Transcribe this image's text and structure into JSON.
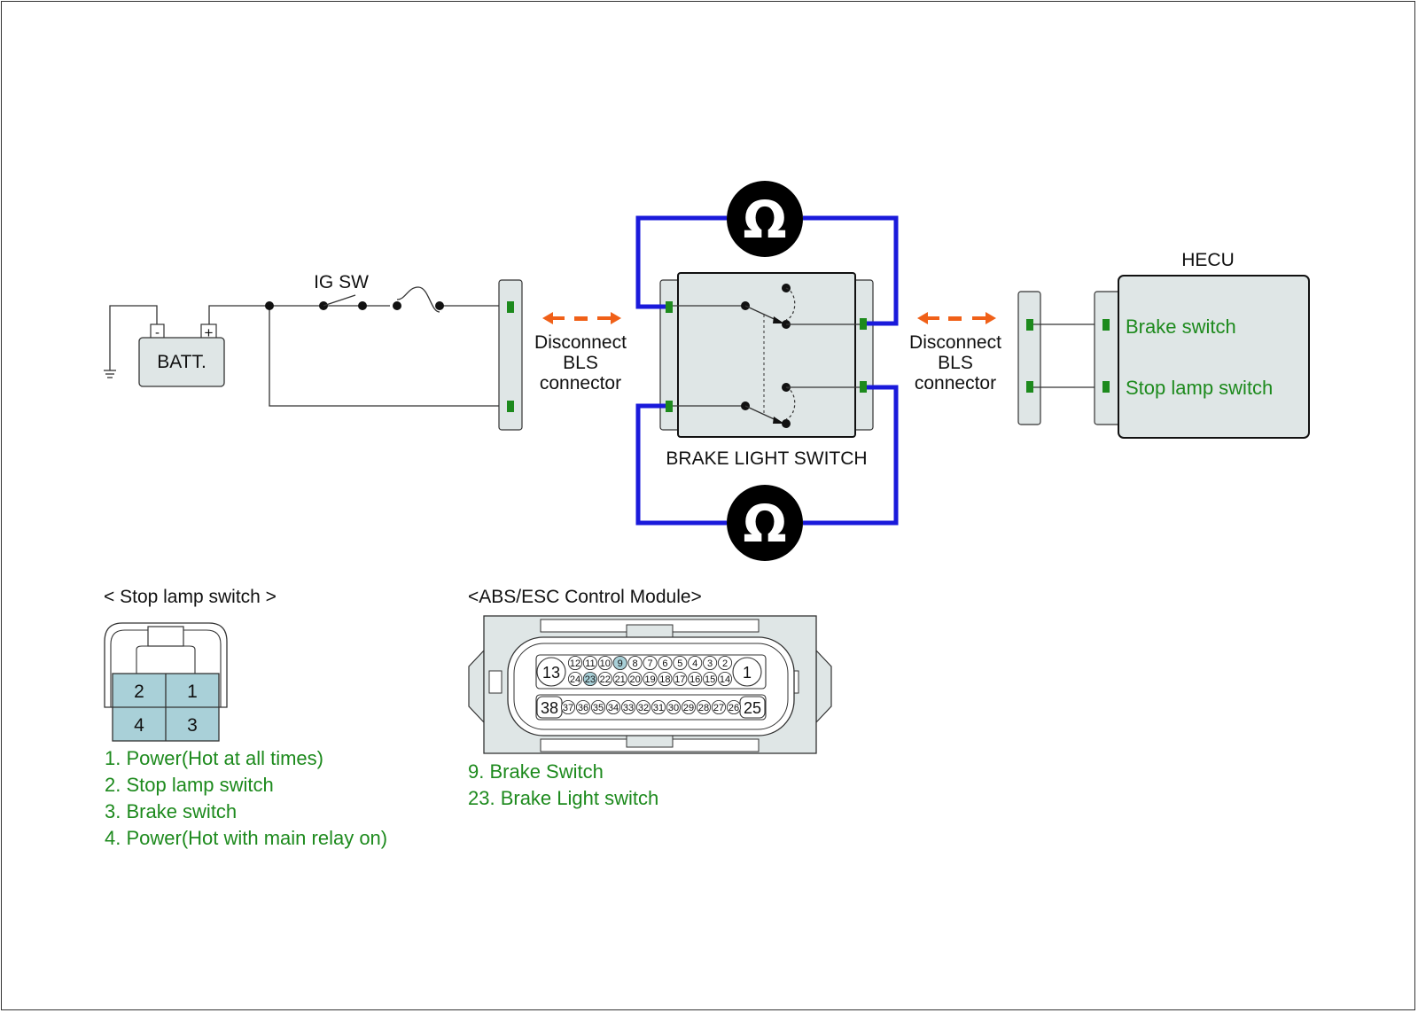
{
  "diagram": {
    "battery": {
      "label": "BATT.",
      "neg": "-",
      "pos": "+"
    },
    "ig_sw": "IG SW",
    "disconnect_left": [
      "Disconnect",
      "BLS",
      "connector"
    ],
    "disconnect_right": [
      "Disconnect",
      "BLS",
      "connector"
    ],
    "switch_label": "BRAKE LIGHT SWITCH",
    "ohm_symbol": "Ω",
    "hecu": {
      "title": "HECU",
      "pin_upper": "Brake switch",
      "pin_lower": "Stop lamp switch"
    },
    "colors": {
      "wire": "#1a1adb",
      "arrow": "#f06018",
      "terminal": "#1d8a1d",
      "pin_fill": "#a9d0d8",
      "connector": "#dfe6e6"
    }
  },
  "stop_lamp_switch": {
    "title": "< Stop lamp switch >",
    "pins": [
      "2",
      "1",
      "4",
      "3"
    ],
    "legend": [
      "1. Power(Hot at all times)",
      "2. Stop lamp switch",
      "3. Brake switch",
      "4. Power(Hot with main relay on)"
    ]
  },
  "abs_module": {
    "title": "<ABS/ESC Control Module>",
    "big_pins": {
      "left_top": "13",
      "right_top": "1",
      "left_bottom": "38",
      "right_bottom": "25"
    },
    "row1": [
      "12",
      "11",
      "10",
      "9",
      "8",
      "7",
      "6",
      "5",
      "4",
      "3",
      "2"
    ],
    "row2": [
      "24",
      "23",
      "22",
      "21",
      "20",
      "19",
      "18",
      "17",
      "16",
      "15",
      "14"
    ],
    "row3": [
      "37",
      "36",
      "35",
      "34",
      "33",
      "32",
      "31",
      "30",
      "29",
      "28",
      "27",
      "26"
    ],
    "highlighted": [
      "9",
      "23"
    ],
    "legend": [
      "9. Brake Switch",
      "23. Brake Light switch"
    ]
  }
}
